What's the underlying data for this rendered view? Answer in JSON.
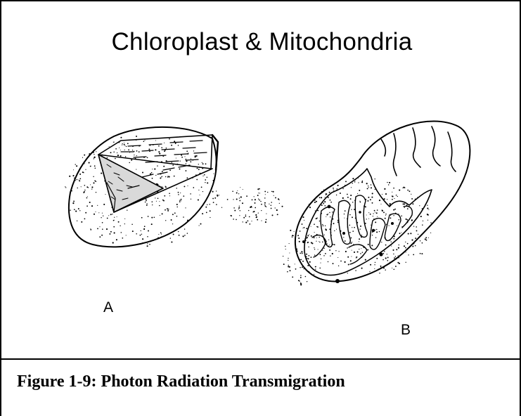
{
  "figure": {
    "title": "Chloroplast & Mitochondria",
    "label_a": "A",
    "label_b": "B"
  },
  "caption": "Figure 1-9: Photon Radiation Transmigration"
}
